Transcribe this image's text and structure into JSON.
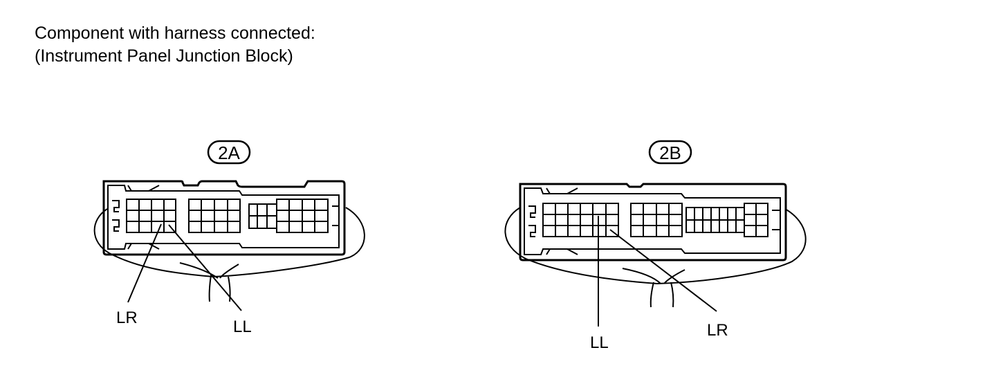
{
  "title": {
    "line1": "Component with harness connected:",
    "line2": "(Instrument Panel Junction Block)"
  },
  "connectors": [
    {
      "tag": "2A",
      "labels": {
        "lr": "LR",
        "ll": "LL"
      }
    },
    {
      "tag": "2B",
      "labels": {
        "ll": "LL",
        "lr": "LR"
      }
    }
  ]
}
